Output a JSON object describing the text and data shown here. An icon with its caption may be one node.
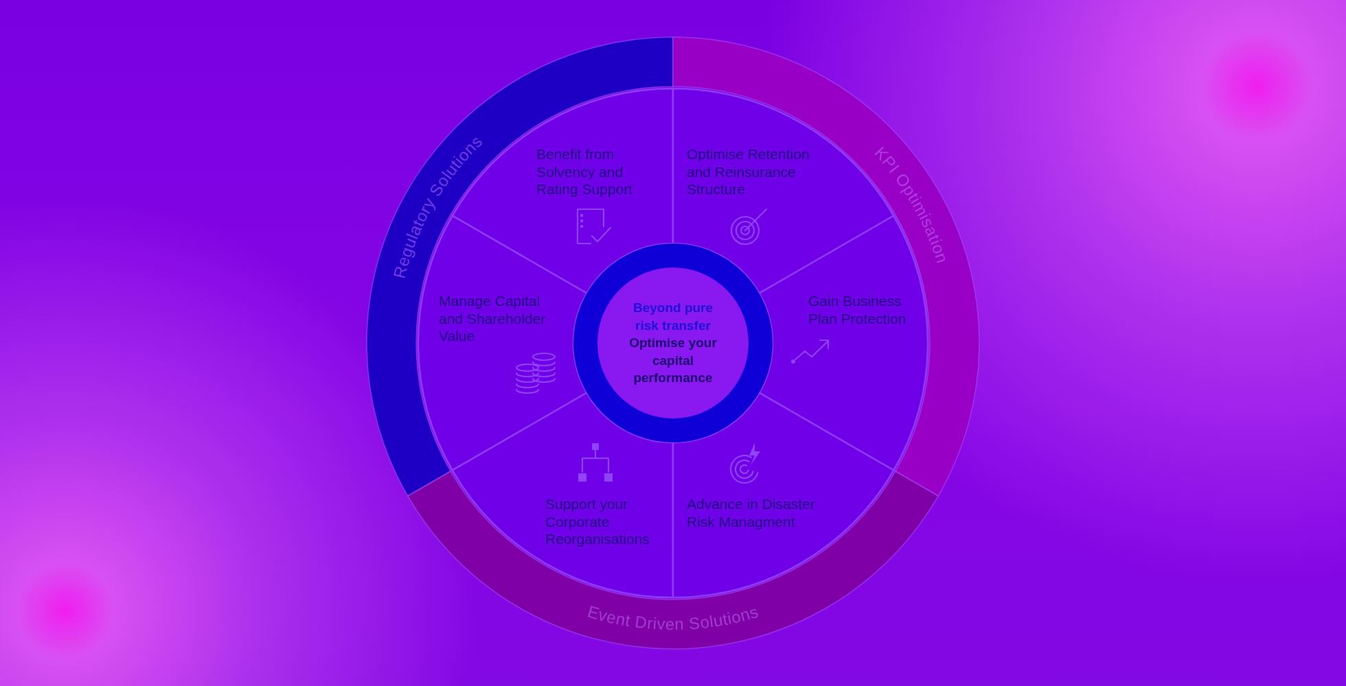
{
  "diagram": {
    "nodes": [
      {
        "text": [
          "Regulatory Solutions"
        ]
      },
      {
        "text": [
          "Benefit from Solvency and Rating Support"
        ]
      },
      {
        "text": [
          "Optimise Retention and Reinsurance Structure"
        ]
      },
      {
        "text": [
          "KPI Optimisation"
        ]
      },
      {
        "text": [
          "Manage Capital and Shareholder Value"
        ]
      },
      {
        "text": [
          "Beyond pure risk transfer",
          "Optimise your capital performance"
        ]
      },
      {
        "text": [
          "Gain Business Plan Protection"
        ]
      },
      {
        "text": [
          "Support your Corporate Reorganisations"
        ]
      },
      {
        "text": [
          "Advance in Disaster Risk Managment"
        ]
      },
      {
        "text": [
          "Event Driven Solutions"
        ]
      }
    ]
  }
}
